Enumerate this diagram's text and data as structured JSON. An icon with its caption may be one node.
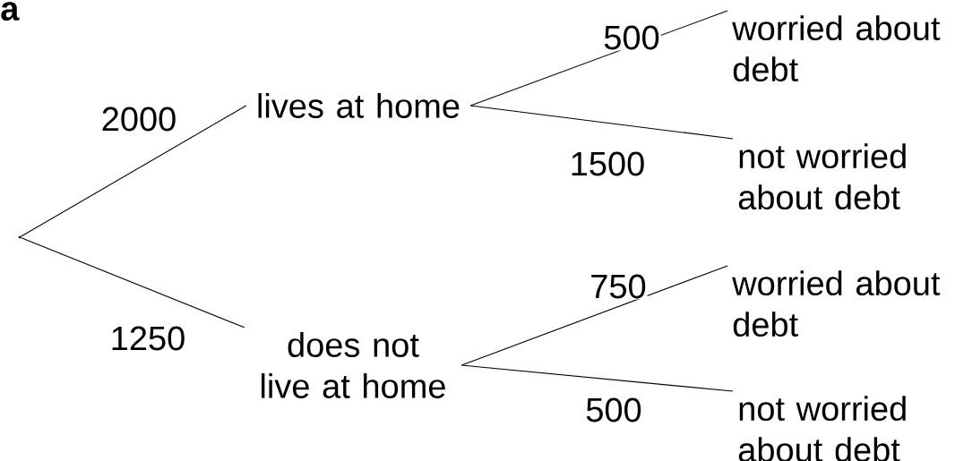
{
  "diagram": {
    "nodes": [
      {
        "text": [],
        "shape": "point"
      },
      {
        "text": [
          "lives at home"
        ]
      },
      {
        "text": [
          "does not live at home"
        ]
      },
      {
        "text": [
          "worried about debt"
        ]
      },
      {
        "text": [
          "not worried about debt"
        ]
      },
      {
        "text": [
          "worried about debt"
        ]
      },
      {
        "text": [
          "not worried about debt"
        ]
      }
    ],
    "edges": [
      {
        "from": 0,
        "to": 1,
        "arrow": "none",
        "label": "2000"
      },
      {
        "from": 0,
        "to": 2,
        "arrow": "none",
        "label": "1250"
      },
      {
        "from": 1,
        "to": 3,
        "arrow": "none",
        "label": "500"
      },
      {
        "from": 1,
        "to": 4,
        "arrow": "none",
        "label": "1500"
      },
      {
        "from": 2,
        "to": 5,
        "arrow": "none",
        "label": "750"
      },
      {
        "from": 2,
        "to": 6,
        "arrow": "none",
        "label": "500"
      }
    ],
    "labels": [
      "a"
    ]
  }
}
